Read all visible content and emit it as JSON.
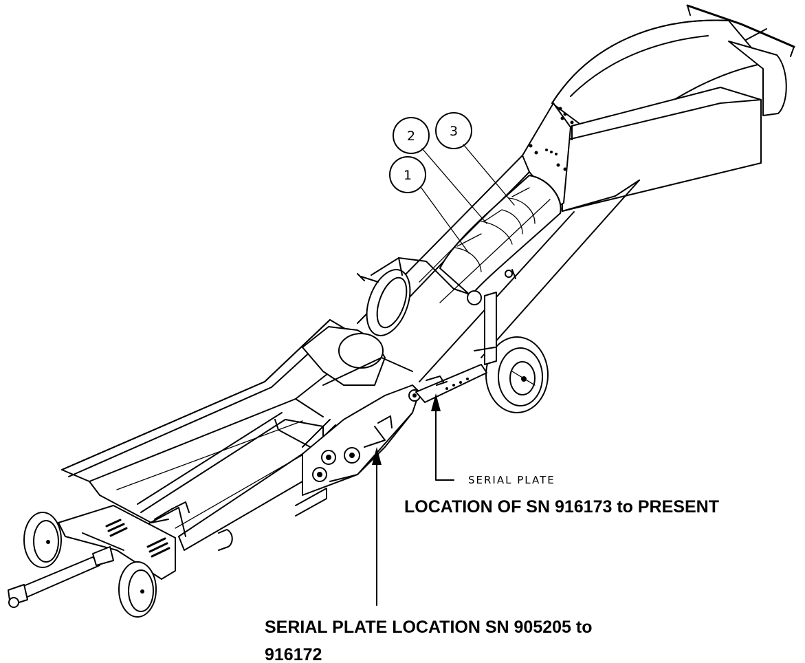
{
  "callouts": [
    {
      "id": "1",
      "label": "1"
    },
    {
      "id": "2",
      "label": "2"
    },
    {
      "id": "3",
      "label": "3"
    }
  ],
  "serial_plate_label": "SERIAL PLATE",
  "location_present_label": "LOCATION OF SN 916173 to PRESENT",
  "location_old_line1": "SERIAL PLATE LOCATION SN 905205 to",
  "location_old_line2": "916172"
}
